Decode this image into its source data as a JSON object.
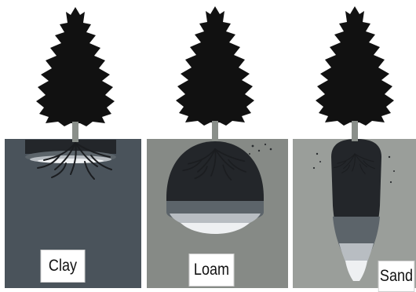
{
  "panels": [
    {
      "id": "clay",
      "label": "Clay",
      "soil_color": "#4a535b",
      "wet_zone": "shallow-wide"
    },
    {
      "id": "loam",
      "label": "Loam",
      "soil_color": "#868a86",
      "wet_zone": "rounded-bulb"
    },
    {
      "id": "sand",
      "label": "Sand",
      "soil_color": "#9a9e9a",
      "wet_zone": "narrow-deep"
    }
  ],
  "colors": {
    "tree": "#111111",
    "trunk": "#8a8f8a",
    "wet_dark": "#23262a",
    "band_mid": "#5c646a",
    "band_light": "#b8bdc2",
    "band_white": "#eef0f2"
  },
  "icons": [
    "tree-icon",
    "roots-icon"
  ]
}
